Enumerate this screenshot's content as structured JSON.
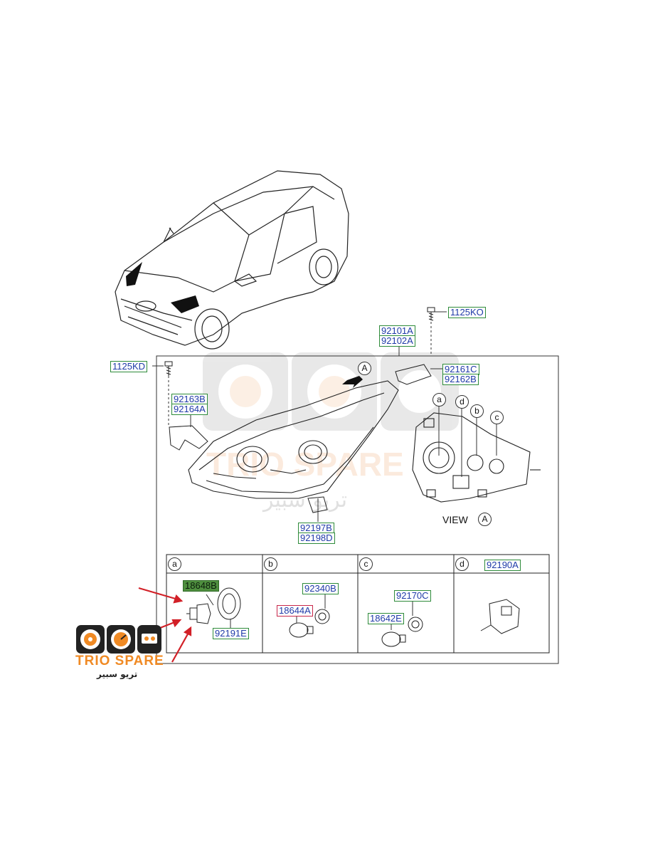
{
  "labels": {
    "l1125KO": "1125KO",
    "l92101A": "92101A",
    "l92102A": "92102A",
    "l1125KD": "1125KD",
    "l92161C": "92161C",
    "l92162B": "92162B",
    "l92163B": "92163B",
    "l92164A": "92164A",
    "l92197B": "92197B",
    "l92198D": "92198D",
    "l18648B": "18648B",
    "l92191E": "92191E",
    "l92340B": "92340B",
    "l18644A": "18644A",
    "l92170C": "92170C",
    "l18642E": "18642E",
    "l92190A": "92190A"
  },
  "callouts": {
    "A_top": "A",
    "a": "a",
    "b": "b",
    "c": "c",
    "d": "d",
    "view_a": "A",
    "table_a": "a",
    "table_b": "b",
    "table_c": "c",
    "table_d": "d"
  },
  "view_text": "VIEW",
  "logo": {
    "name": "TRIO SPARE",
    "arabic": "تريو سبير",
    "color_accent": "#f08a24"
  },
  "watermark": {
    "name": "TRIO SPARE",
    "arabic": "تريو سبير"
  },
  "colors": {
    "label_text": "#1f3aa8",
    "label_border": "#2e8b3a",
    "highlight": "#4f8f3f",
    "arrow": "#d22027"
  }
}
